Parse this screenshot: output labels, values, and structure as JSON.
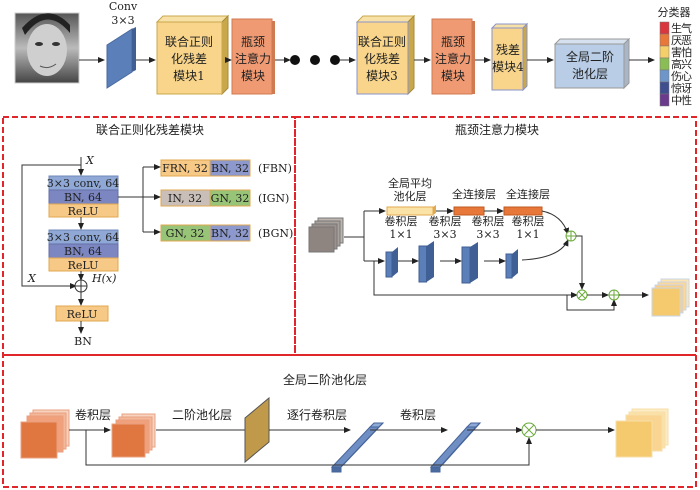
{
  "top_row": {
    "conv_label_line1": "Conv",
    "conv_label_line2": "3×3",
    "block1": [
      "联合正则",
      "化残差",
      "模块1"
    ],
    "attn1": [
      "瓶颈",
      "注意力",
      "模块"
    ],
    "block3": [
      "联合正则",
      "化残差",
      "模块3"
    ],
    "attn2": [
      "瓶颈",
      "注意力",
      "模块"
    ],
    "block4": [
      "残差",
      "模块4"
    ],
    "pool": [
      "全局二阶",
      "池化层"
    ],
    "classifier_title": "分类器",
    "classes": [
      {
        "label": "生气",
        "color": "#d9363e"
      },
      {
        "label": "厌恶",
        "color": "#e8773a"
      },
      {
        "label": "害怕",
        "color": "#f5cf6a"
      },
      {
        "label": "高兴",
        "color": "#8bbd55"
      },
      {
        "label": "伤心",
        "color": "#6f96c9"
      },
      {
        "label": "惊讶",
        "color": "#3f4e8f"
      },
      {
        "label": "中性",
        "color": "#6a3a8c"
      }
    ]
  },
  "residual_panel": {
    "title": "联合正则化残差模块",
    "x_top": "X",
    "x_skip": "X",
    "hx": "H(x)",
    "block_a": [
      "3×3 conv, 64",
      "BN, 64",
      "ReLU"
    ],
    "block_b": [
      "3×3 conv, 64",
      "BN, 64",
      "ReLU"
    ],
    "relu": "ReLU",
    "output": "BN",
    "variants": [
      {
        "left": "FRN, 32",
        "right": "BN, 32",
        "tag": "(FBN)",
        "left_color": "#f7c987",
        "right_color": "#8d98cc"
      },
      {
        "left": "IN, 32",
        "right": "GN, 32",
        "tag": "(IGN)",
        "left_color": "#c9bfb8",
        "right_color": "#98c477"
      },
      {
        "left": "GN, 32",
        "right": "BN, 32",
        "tag": "(BGN)",
        "left_color": "#98c477",
        "right_color": "#8d98cc"
      }
    ]
  },
  "attention_panel": {
    "title": "瓶颈注意力模块",
    "gap_label": [
      "全局平均",
      "池化层"
    ],
    "fc1": "全连接层",
    "fc2": "全连接层",
    "convs": [
      {
        "name": "卷积层",
        "size": "1×1"
      },
      {
        "name": "卷积层",
        "size": "3×3"
      },
      {
        "name": "卷积层",
        "size": "3×3"
      },
      {
        "name": "卷积层",
        "size": "1×1"
      }
    ]
  },
  "pool_panel": {
    "title": "全局二阶池化层",
    "conv_label": "卷积层",
    "second_order_label": "二阶池化层",
    "rowwise_conv_label": "逐行卷积层",
    "conv2_label": "卷积层"
  },
  "colors": {
    "panel_border": "#e0262a",
    "yellow_block": "#f8d58b",
    "orange_block": "#ef9a72",
    "blue_conv": "#5b7fb8",
    "pool_block": "#b9cde6",
    "green_op": "#6aaa3a"
  }
}
